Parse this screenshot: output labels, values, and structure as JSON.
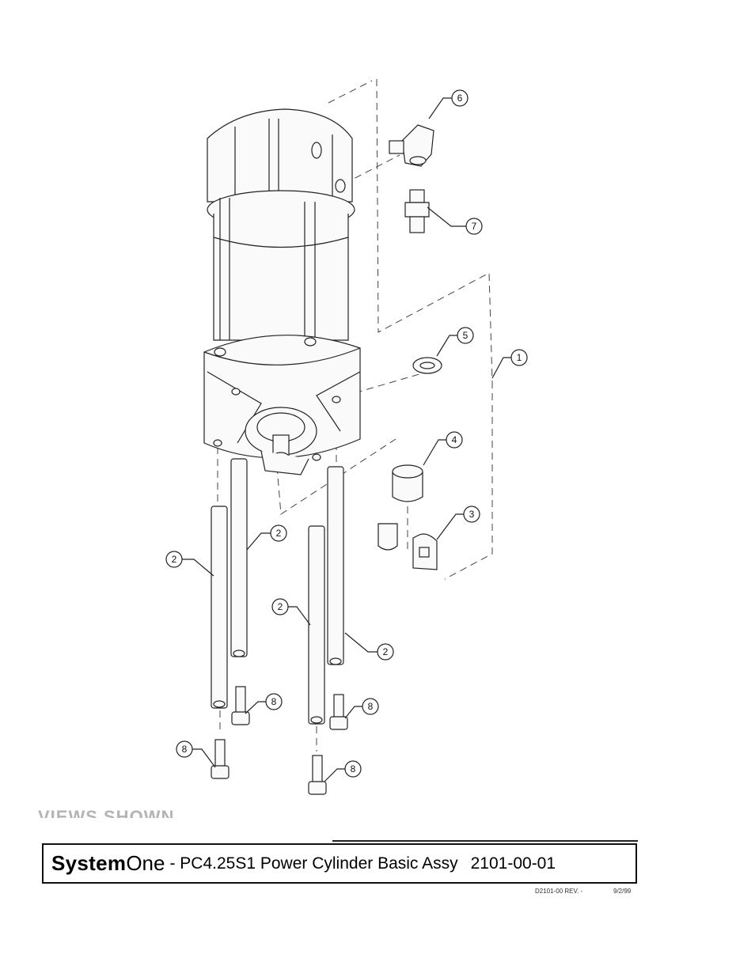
{
  "title_block": {
    "brand_bold": "System",
    "brand_light": "One",
    "description": "- PC4.25S1 Power Cylinder Basic Assy",
    "part_number": "2101-00-01"
  },
  "doc_ref": "D2101-00 REV. -",
  "doc_date": "9/2/99",
  "cut_off_text": "VIEWS SHOWN",
  "callouts": [
    "6",
    "7",
    "5",
    "1",
    "4",
    "3",
    "2",
    "2",
    "2",
    "2",
    "8",
    "8",
    "8",
    "8"
  ]
}
